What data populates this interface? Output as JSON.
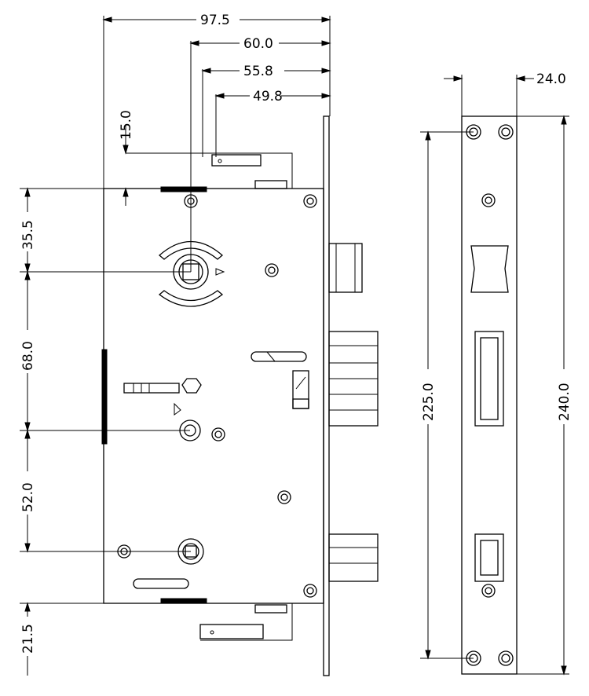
{
  "dimensions": {
    "width_total": "97.5",
    "spindle_to_face": "60.0",
    "latch_offset_a": "55.8",
    "latch_offset_b": "49.8",
    "top_offset": "15.0",
    "faceplate_width": "24.0",
    "top_to_spindle": "35.5",
    "spindle_to_cylinder": "68.0",
    "cylinder_to_lower": "52.0",
    "bottom_offset": "21.5",
    "screw_spacing": "225.0",
    "faceplate_length": "240.0"
  }
}
